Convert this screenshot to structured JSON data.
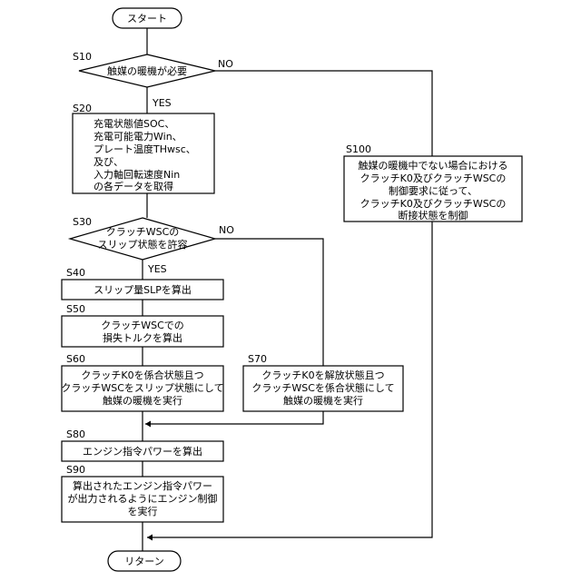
{
  "flowchart": {
    "start": {
      "text": "スタート"
    },
    "end": {
      "text": "リターン"
    },
    "s10": {
      "step": "S10",
      "lines": [
        "触媒の暖機が必要"
      ],
      "yes": "YES",
      "no": "NO"
    },
    "s20": {
      "step": "S20",
      "lines": [
        "充電状態値SOC、",
        "充電可能電力Win、",
        "プレート温度THwsc、",
        "及び、",
        "入力軸回転速度Nin",
        "の各データを取得"
      ]
    },
    "s30": {
      "step": "S30",
      "lines": [
        "クラッチWSCの",
        "スリップ状態を許容"
      ],
      "yes": "YES",
      "no": "NO"
    },
    "s40": {
      "step": "S40",
      "lines": [
        "スリップ量SLPを算出"
      ]
    },
    "s50": {
      "step": "S50",
      "lines": [
        "クラッチWSCでの",
        "損失トルクを算出"
      ]
    },
    "s60": {
      "step": "S60",
      "lines": [
        "クラッチK0を係合状態且つ",
        "クラッチWSCをスリップ状態にして",
        "触媒の暖機を実行"
      ]
    },
    "s70": {
      "step": "S70",
      "lines": [
        "クラッチK0を解放状態且つ",
        "クラッチWSCを係合状態にして",
        "触媒の暖機を実行"
      ]
    },
    "s80": {
      "step": "S80",
      "lines": [
        "エンジン指令パワーを算出"
      ]
    },
    "s90": {
      "step": "S90",
      "lines": [
        "算出されたエンジン指令パワー",
        "が出力されるようにエンジン制御",
        "を実行"
      ]
    },
    "s100": {
      "step": "S100",
      "lines": [
        "触媒の暖機中でない場合における",
        "クラッチK0及びクラッチWSCの",
        "制御要求に従って、",
        "クラッチK0及びクラッチWSCの",
        "断接状態を制御"
      ]
    }
  }
}
